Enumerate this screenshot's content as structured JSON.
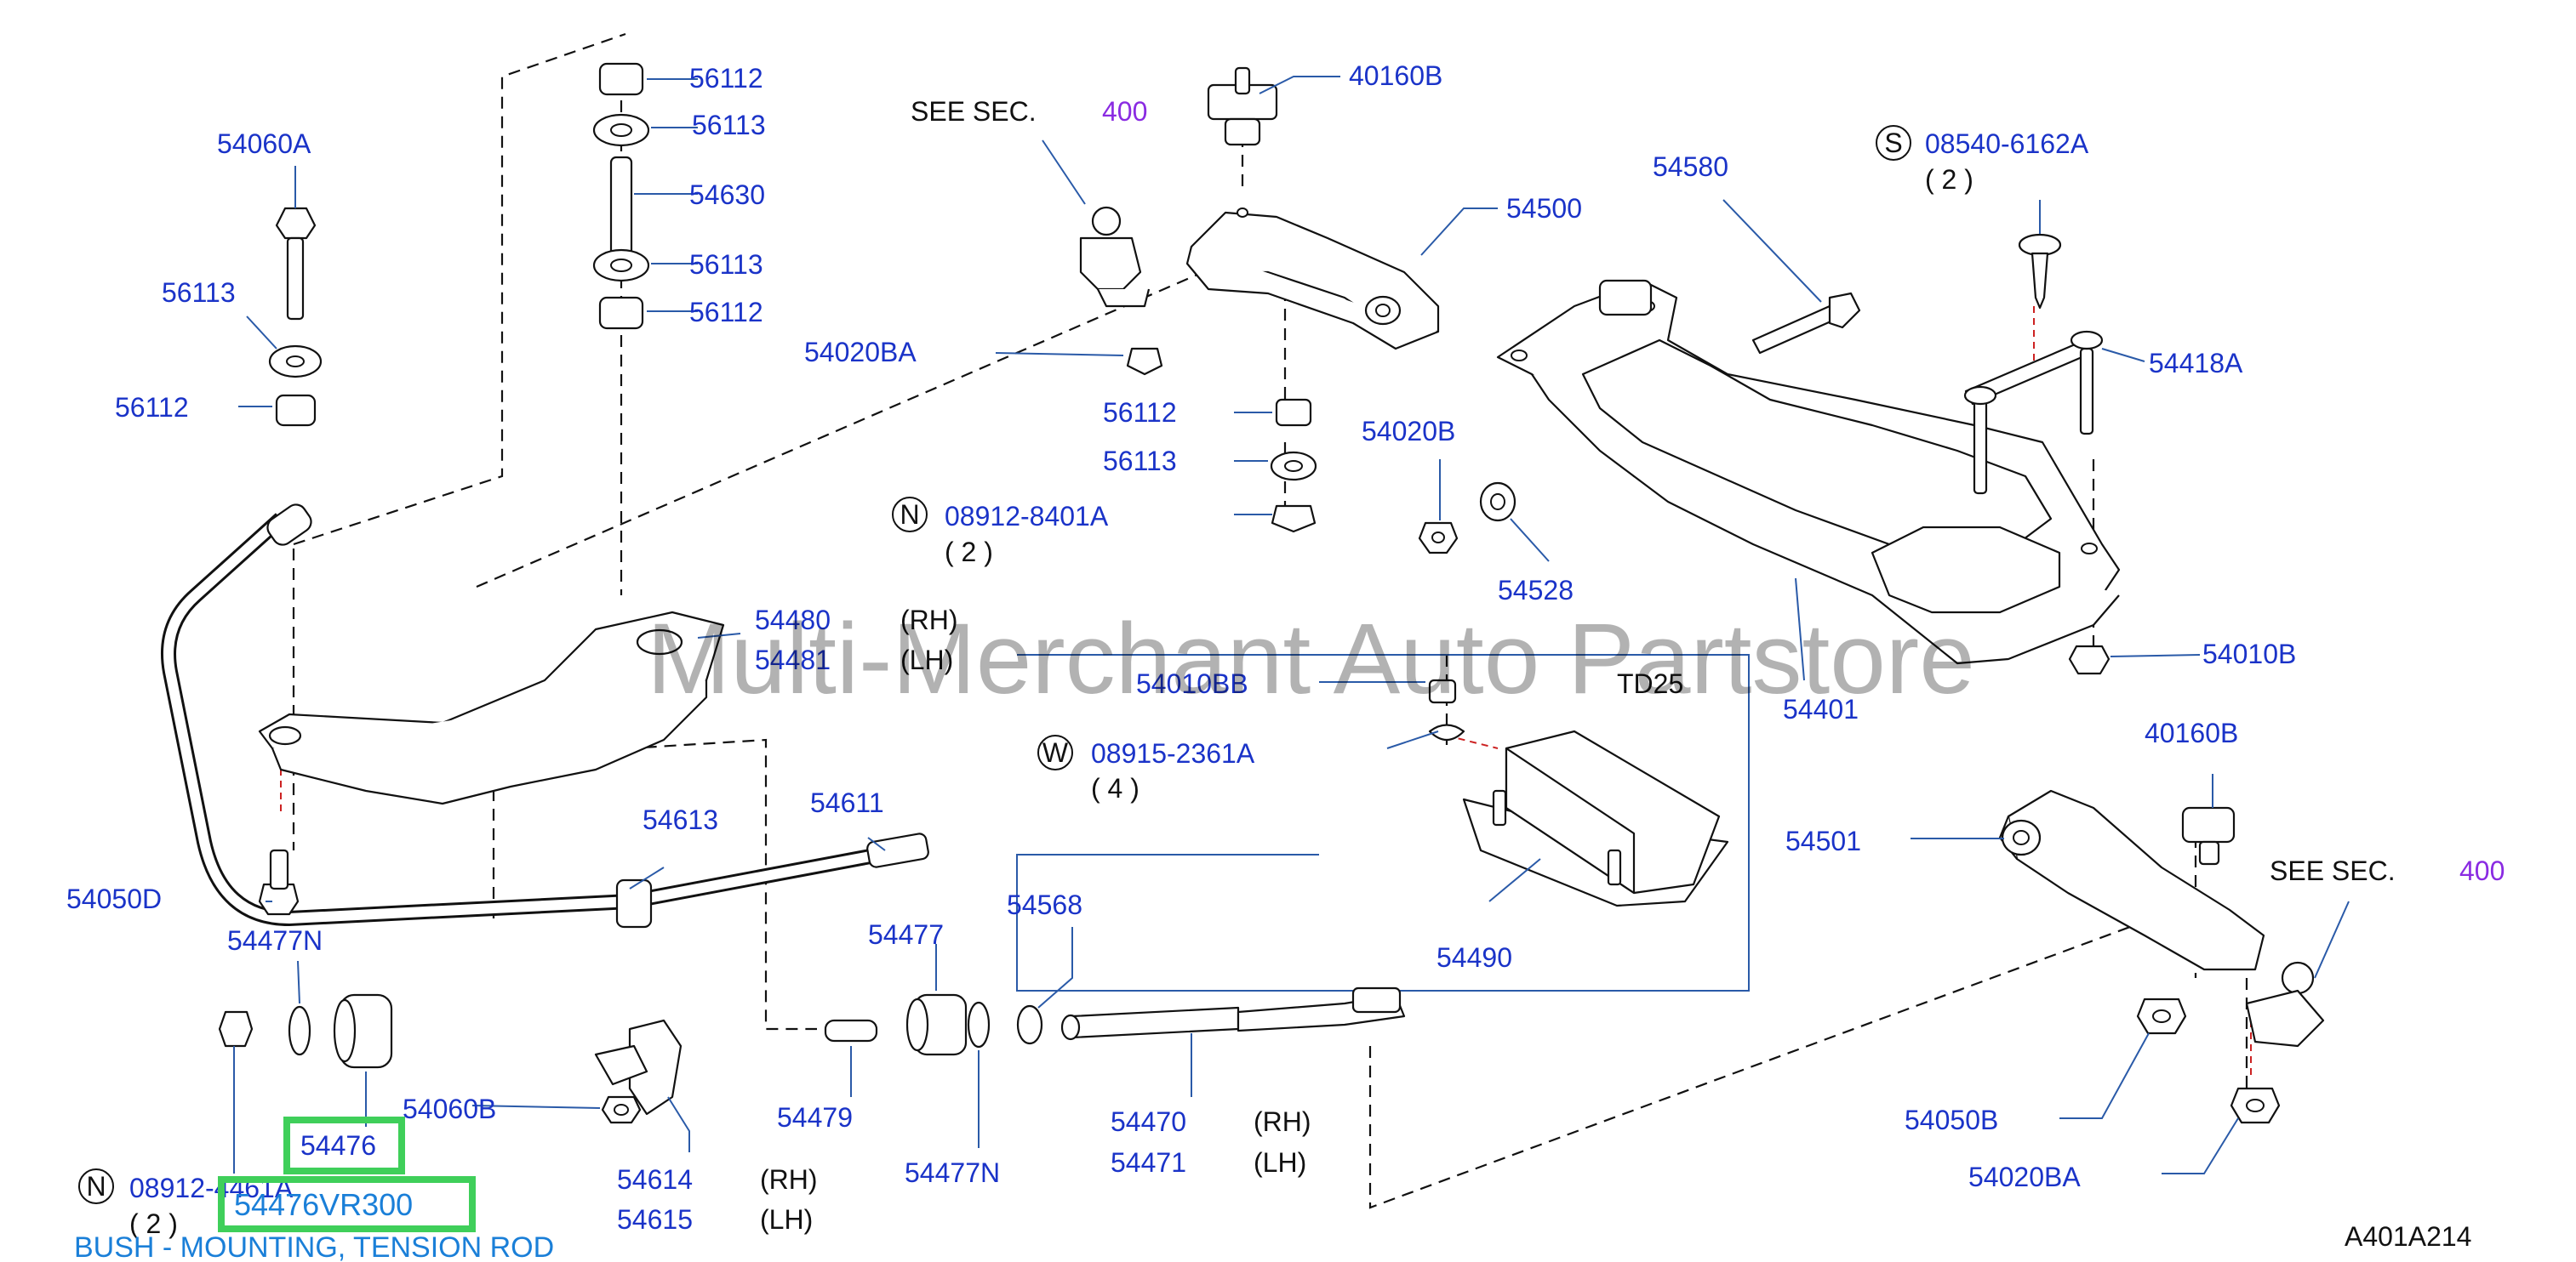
{
  "labels": {
    "l_56112_top": "56112",
    "l_56113_top": "56113",
    "l_54630": "54630",
    "l_56113_mid": "56113",
    "l_56112_mid": "56112",
    "l_54060A": "54060A",
    "l_56113_left": "56113",
    "l_56112_left": "56112",
    "l_40160B_top": "40160B",
    "l_54500": "54500",
    "l_54020BA_top": "54020BA",
    "l_56112_c": "56112",
    "l_56113_c": "56113",
    "l_08912_8401A": "08912-8401A",
    "l_54580": "54580",
    "l_08540_6162A": "08540-6162A",
    "l_54418A": "54418A",
    "l_54020B": "54020B",
    "l_54528": "54528",
    "l_54010B": "54010B",
    "l_54480": "54480",
    "l_54481": "54481",
    "l_54010BB": "54010BB",
    "l_08915_2361A": "08915-2361A",
    "l_54490": "54490",
    "l_54401": "54401",
    "l_40160B_r": "40160B",
    "l_54501": "54501",
    "l_54613": "54613",
    "l_54611": "54611",
    "l_54050D": "54050D",
    "l_54477N_top": "54477N",
    "l_54568": "54568",
    "l_54477": "54477",
    "l_54060B": "54060B",
    "l_54476": "54476",
    "l_54479": "54479",
    "l_54470": "54470",
    "l_54471": "54471",
    "l_54050B": "54050B",
    "l_54614": "54614",
    "l_54615": "54615",
    "l_54477N_bot": "54477N",
    "l_54020BA_bot": "54020BA",
    "l_08912_4461A": "08912-4461A"
  },
  "side_labels": {
    "rh_54480": "(RH)",
    "lh_54481": "(LH)",
    "rh_54470": "(RH)",
    "lh_54471": "(LH)",
    "rh_54614": "(RH)",
    "lh_54615": "(LH)"
  },
  "quantities": {
    "q_08912_8401A": "( 2 )",
    "q_08540_6162A": "( 2 )",
    "q_08915_2361A": "( 4 )",
    "q_08912_4461A": "( 2 )"
  },
  "symbols": {
    "sym_n_top": "N",
    "sym_s": "S",
    "sym_w": "W",
    "sym_n_bot": "N"
  },
  "see_sec": {
    "see_top": "SEE   SEC.",
    "sec_top_num": "400",
    "see_right": "SEE   SEC.",
    "sec_right_num": "400"
  },
  "engine": "TD25",
  "highlight": {
    "part_number": "54476VR300",
    "description": "BUSH - MOUNTING, TENSION ROD"
  },
  "watermark": "Multi-Merchant Auto Partstore",
  "diagram_ref": "A401A214",
  "colors": {
    "label": "#1a33c8",
    "sec_number": "#8a2be2",
    "highlight_box": "#3fcf5a",
    "part_number": "#1a7fd8"
  }
}
